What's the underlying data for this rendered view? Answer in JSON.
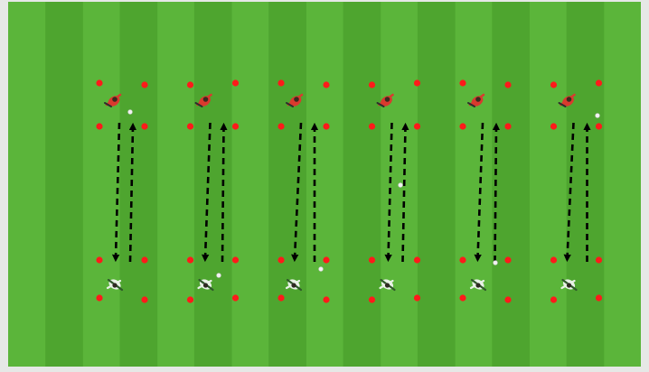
{
  "diagram": {
    "type": "soccer-drill",
    "pitch_colors": {
      "light": "#5bb53a",
      "dark": "#4ea52f",
      "frame": "#e6e8e6"
    },
    "cone_color": "#ff1a1a",
    "ball_color": "#f2f2f2",
    "team_a": {
      "color": "#d93a2e",
      "label": ""
    },
    "team_b": {
      "color": "#e8f2e6",
      "label": ""
    },
    "arrow_style": "black dashed",
    "grids": [
      {
        "id": 1,
        "top_player": "team_a",
        "bottom_player": "team_b"
      },
      {
        "id": 2,
        "top_player": "team_a",
        "bottom_player": "team_b"
      },
      {
        "id": 3,
        "top_player": "team_a",
        "bottom_player": "team_b"
      },
      {
        "id": 4,
        "top_player": "team_a",
        "bottom_player": "team_b"
      },
      {
        "id": 5,
        "top_player": "team_a",
        "bottom_player": "team_b"
      },
      {
        "id": 6,
        "top_player": "team_a",
        "bottom_player": "team_b"
      }
    ]
  }
}
